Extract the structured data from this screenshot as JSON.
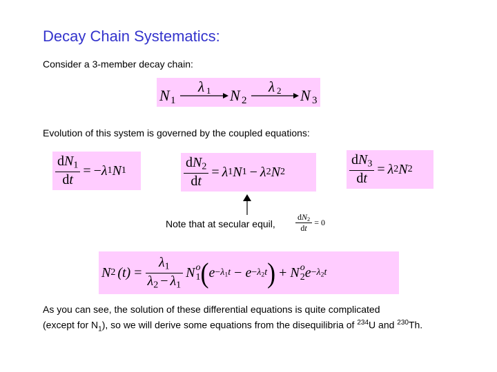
{
  "slide": {
    "title": "Decay Chain Systematics:",
    "intro": "Consider a 3-member decay chain:",
    "evolution": "Evolution of this system is governed by the coupled equations:",
    "secular_note": "Note that at secular equil,",
    "conclusion": {
      "line1": "As you can see, the solution of these differential equations is quite complicated",
      "line2_a": "(except for N",
      "line2_sub": "1",
      "line2_b": "), so we will derive some equations from the disequilibria of ",
      "iso1_mass": "234",
      "iso1_sym": "U",
      "and": " and ",
      "iso2_mass": "230",
      "iso2_sym": "Th."
    }
  },
  "colors": {
    "title": "#3333cc",
    "equation_box": "#ffccff",
    "text": "#000000"
  },
  "math": {
    "lambda": "λ",
    "minus": "−",
    "equals": "=",
    "plus": "+",
    "N": "N",
    "d": "d",
    "t": "t",
    "e": "e",
    "o": "o",
    "one": "1",
    "two": "2",
    "three": "3",
    "zero": "0",
    "t_paren": "(t)"
  }
}
